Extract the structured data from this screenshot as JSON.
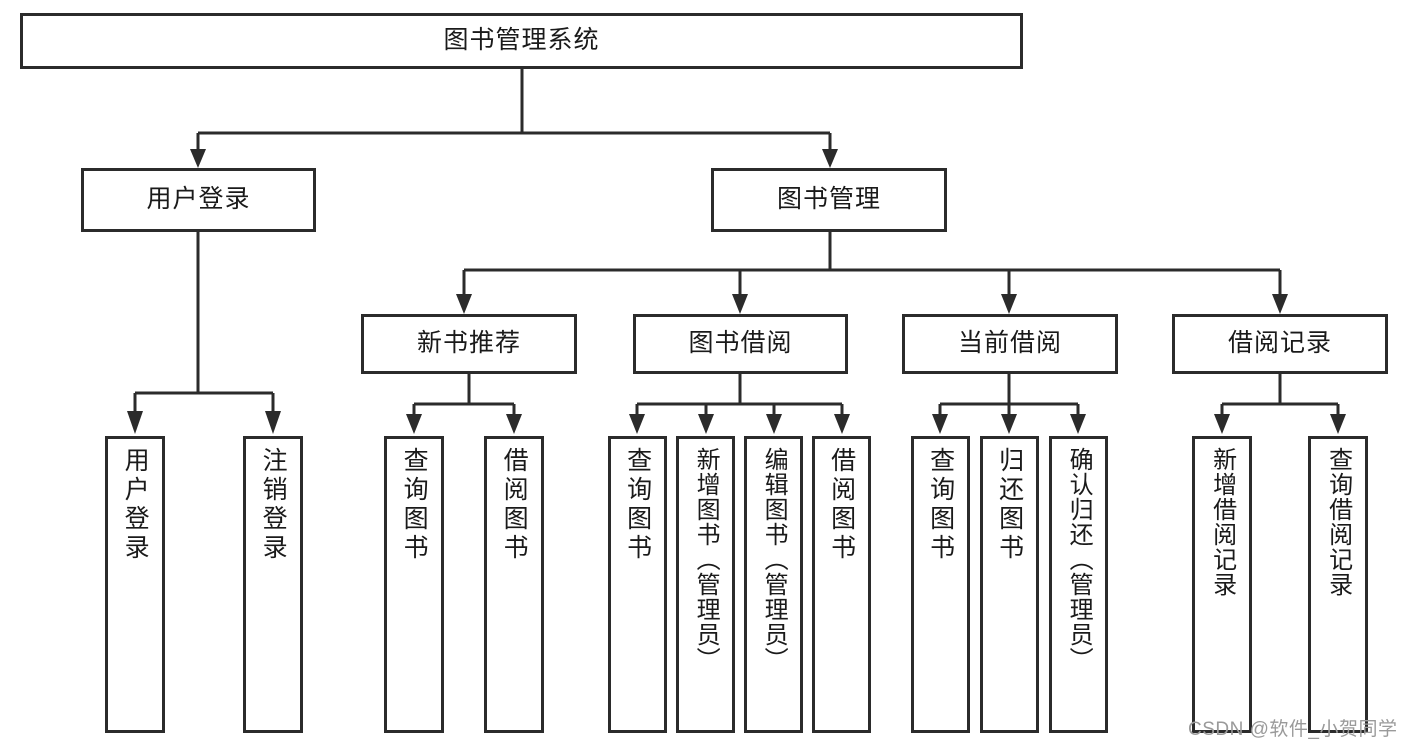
{
  "diagram": {
    "type": "tree",
    "title": "图书管理系统",
    "root": {
      "id": "root",
      "label": "图书管理系统"
    },
    "level2": [
      {
        "id": "user-login",
        "label": "用户登录"
      },
      {
        "id": "book-manage",
        "label": "图书管理"
      }
    ],
    "level3": [
      {
        "id": "new-book-recommend",
        "label": "新书推荐"
      },
      {
        "id": "book-borrow",
        "label": "图书借阅"
      },
      {
        "id": "current-borrow",
        "label": "当前借阅"
      },
      {
        "id": "borrow-record",
        "label": "借阅记录"
      }
    ],
    "leaves": {
      "user_login": [
        {
          "id": "leaf-user-login",
          "label": "用户登录"
        },
        {
          "id": "leaf-logout-login",
          "label": "注销登录"
        }
      ],
      "new_book_recommend": [
        {
          "id": "leaf-query-book-1",
          "label": "查询图书"
        },
        {
          "id": "leaf-borrow-book-1",
          "label": "借阅图书"
        }
      ],
      "book_borrow": [
        {
          "id": "leaf-query-book-2",
          "label": "查询图书"
        },
        {
          "id": "leaf-add-book",
          "label": "新增图书（管理员）"
        },
        {
          "id": "leaf-edit-book",
          "label": "编辑图书（管理员）"
        },
        {
          "id": "leaf-borrow-book-2",
          "label": "借阅图书"
        }
      ],
      "current_borrow": [
        {
          "id": "leaf-query-book-3",
          "label": "查询图书"
        },
        {
          "id": "leaf-return-book",
          "label": "归还图书"
        },
        {
          "id": "leaf-confirm-return",
          "label": "确认归还（管理员）"
        }
      ],
      "borrow_record": [
        {
          "id": "leaf-add-record",
          "label": "新增借阅记录"
        },
        {
          "id": "leaf-query-record",
          "label": "查询借阅记录"
        }
      ]
    }
  },
  "watermark": {
    "text": "CSDN @软件_小贺同学"
  },
  "colors": {
    "stroke": "#2b2b2b",
    "fill": "#ffffff",
    "text": "#1a1a1a",
    "watermark": "#9a9a9a"
  }
}
